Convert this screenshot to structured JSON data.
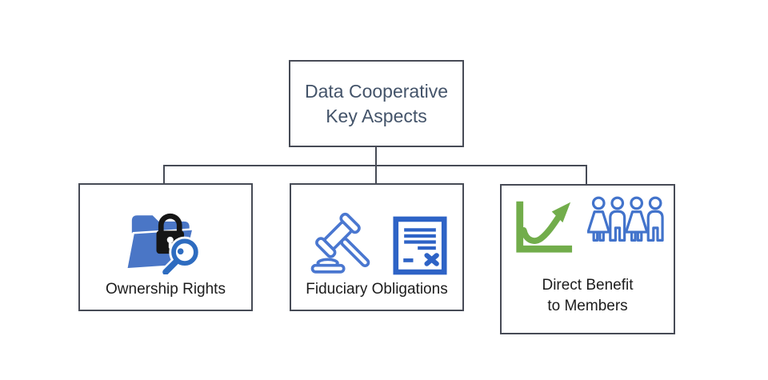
{
  "colors": {
    "background": "#ffffff",
    "line": "#474b56",
    "title-text": "#44546A",
    "label-text": "#1c1c1c",
    "folder-blue": "#4a76c6",
    "glass-blue": "#2e6cc0",
    "lock-black": "#161616",
    "outline-blue": "#4a77d0",
    "doc-blue": "#2e63c6",
    "green": "#72ad4b",
    "people-blue": "#4273cb"
  },
  "diagram": {
    "root": {
      "line1": "Data Cooperative",
      "line2": "Key Aspects"
    },
    "nodes": {
      "ownership": {
        "label": "Ownership Rights",
        "icons": [
          "locked-folder-search-icon"
        ]
      },
      "fiduciary": {
        "label": "Fiduciary Obligations",
        "icons": [
          "gavel-icon",
          "contract-document-icon"
        ]
      },
      "benefit": {
        "line1": "Direct Benefit",
        "line2": "to Members",
        "icons": [
          "growth-chart-icon",
          "members-group-icon"
        ]
      }
    }
  }
}
